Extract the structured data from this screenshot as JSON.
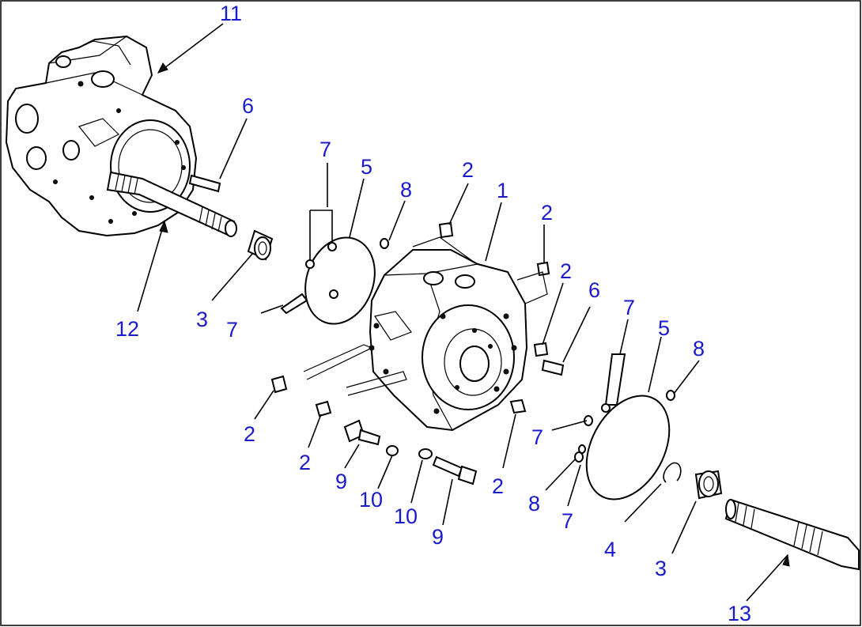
{
  "callouts": [
    {
      "id": "c11",
      "text": "11"
    },
    {
      "id": "c6a",
      "text": "6"
    },
    {
      "id": "c7a",
      "text": "7"
    },
    {
      "id": "c5a",
      "text": "5"
    },
    {
      "id": "c8a",
      "text": "8"
    },
    {
      "id": "c2a",
      "text": "2"
    },
    {
      "id": "c1",
      "text": "1"
    },
    {
      "id": "c2b",
      "text": "2"
    },
    {
      "id": "c2c",
      "text": "2"
    },
    {
      "id": "c6b",
      "text": "6"
    },
    {
      "id": "c7b",
      "text": "7"
    },
    {
      "id": "c5b",
      "text": "5"
    },
    {
      "id": "c8b",
      "text": "8"
    },
    {
      "id": "c12",
      "text": "12"
    },
    {
      "id": "c3a",
      "text": "3"
    },
    {
      "id": "c7c",
      "text": "7"
    },
    {
      "id": "c2d",
      "text": "2"
    },
    {
      "id": "c2e",
      "text": "2"
    },
    {
      "id": "c9a",
      "text": "9"
    },
    {
      "id": "c10a",
      "text": "10"
    },
    {
      "id": "c10b",
      "text": "10"
    },
    {
      "id": "c9b",
      "text": "9"
    },
    {
      "id": "c2f",
      "text": "2"
    },
    {
      "id": "c7d",
      "text": "7"
    },
    {
      "id": "c8c",
      "text": "8"
    },
    {
      "id": "c7e",
      "text": "7"
    },
    {
      "id": "c4",
      "text": "4"
    },
    {
      "id": "c3b",
      "text": "3"
    },
    {
      "id": "c13",
      "text": "13"
    }
  ]
}
